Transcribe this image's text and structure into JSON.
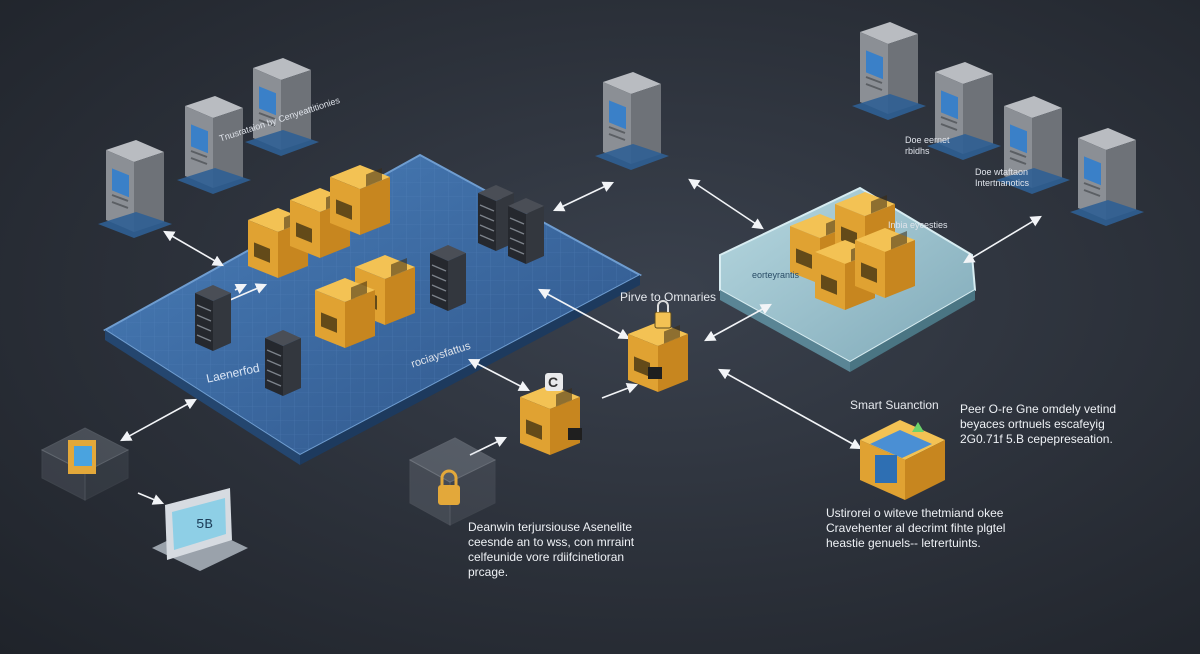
{
  "labels": {
    "transaction_label": "Tnusrataion by Cenyeattitionies",
    "data_label_1": "Doe eernet\nrbidhs",
    "data_label_2": "Doe wtaftaon\nIntertnanotics",
    "info_label": "Inbia eycesties",
    "platform_label": "eorteyrantis",
    "pirve_label": "Pirve to Omnaries",
    "ledger_label": "Laenerfod",
    "storage_label": "rociaysfattus",
    "smart_label": "Smart Suanction",
    "screen_value": "5B",
    "chip_value": "C"
  },
  "paragraphs": {
    "left": "Deanwin terjursiouse Asenelite ceesnde an to wss, con mrraint celfeunide vore rdiifcinetioran prcage.",
    "right_top": "Peer O-re Gne omdely vetind beyaces ortnuels escafeyig 2G0.71f 5.B cepepreseation.",
    "right_bottom": "Ustirorei o witeve thetmiand okee Cravehenter al decrimt fihte plgtel heastie genuels-- letrertuints."
  },
  "colors": {
    "background": "#2b3039",
    "platform_blue": "#3f6ea6",
    "platform_teal": "#9fc6d2",
    "cube_orange": "#e3a83a",
    "server_gray": "#8a8f96"
  }
}
